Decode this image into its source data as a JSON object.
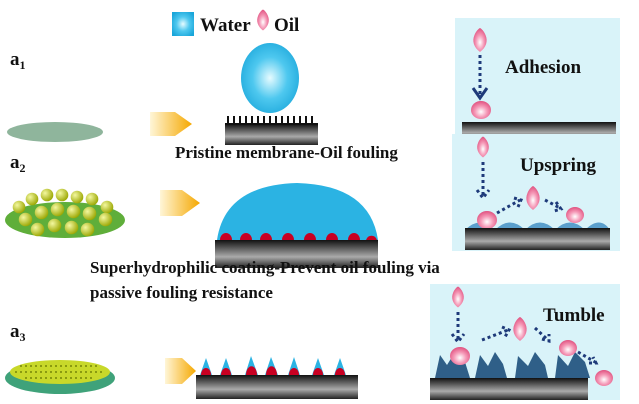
{
  "legend": {
    "water": "Water",
    "oil": "Oil"
  },
  "rows": [
    {
      "label": "a",
      "sub": "1",
      "panel_title": "Adhesion"
    },
    {
      "label": "a",
      "sub": "2",
      "panel_title": "Upspring"
    },
    {
      "label": "a",
      "sub": "3",
      "panel_title": "Tumble"
    }
  ],
  "captions": {
    "pristine": "Pristine membrane-Oil fouling",
    "superhydrophilic_line1": "Superhydrophilic coating-Prevent oil fouling via",
    "superhydrophilic_line2": "passive fouling resistance"
  },
  "colors": {
    "water": "#2bb3e3",
    "oil": "#f07aa0",
    "panel": "#d9f3f9",
    "arrow": "#1e3a7a",
    "coating": "#c8d82a"
  }
}
